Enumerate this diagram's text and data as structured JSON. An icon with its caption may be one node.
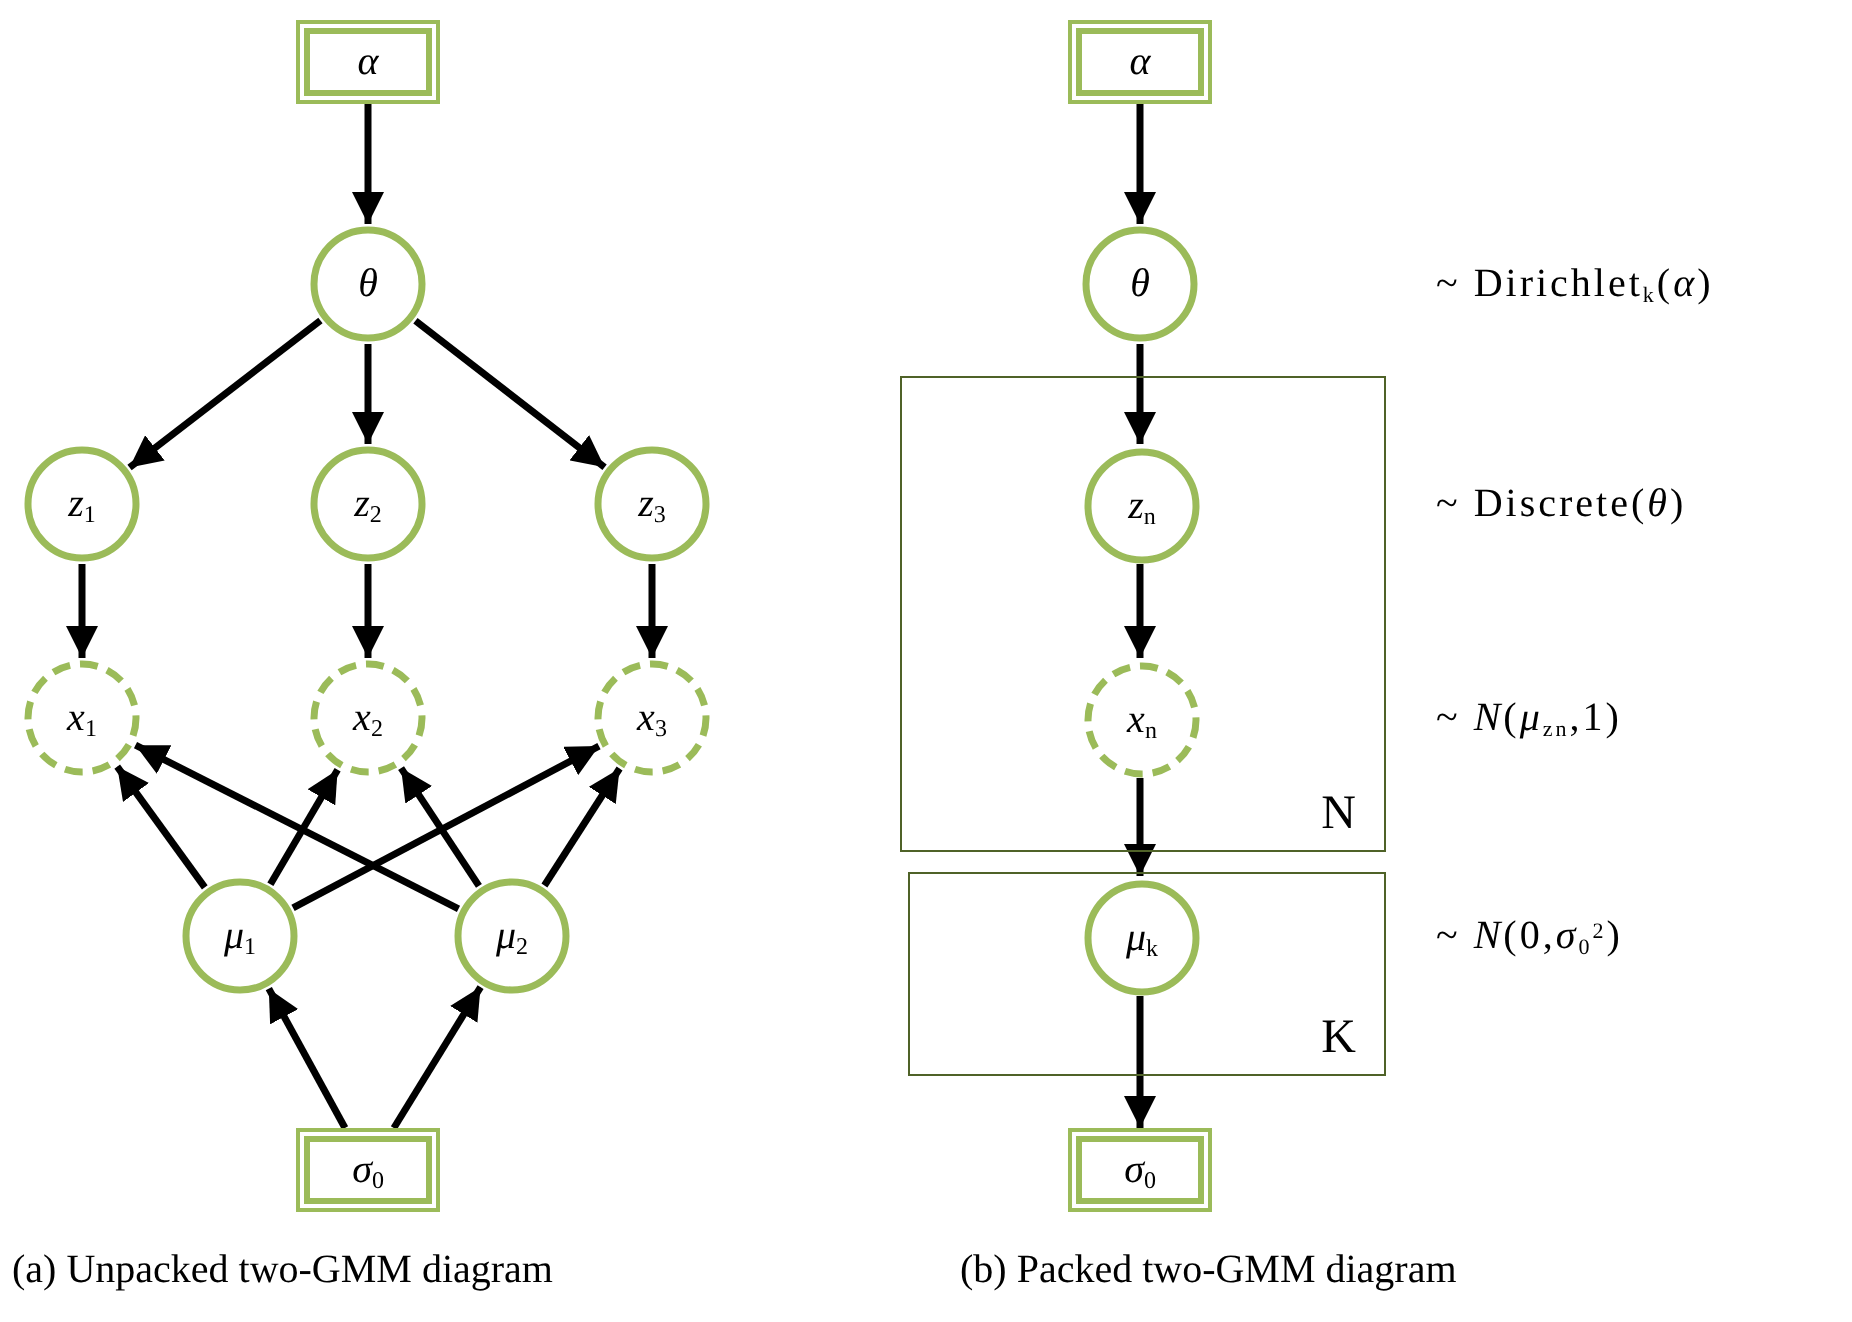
{
  "diagram": {
    "nodes": [
      {
        "text": [
          "α"
        ]
      },
      {
        "text": [
          "θ"
        ]
      },
      {
        "text": [
          "z$_{1}$"
        ]
      },
      {
        "text": [
          "z$_{2}$"
        ]
      },
      {
        "text": [
          "z$_{3}$"
        ]
      },
      {
        "text": [
          "x$_{1}$"
        ]
      },
      {
        "text": [
          "x$_{2}$"
        ]
      },
      {
        "text": [
          "x$_{3}$"
        ]
      },
      {
        "text": [
          "μ$_{1}$"
        ]
      },
      {
        "text": [
          "μ$_{2}$"
        ]
      },
      {
        "text": [
          "σ$_{0}$"
        ]
      },
      {
        "text": [
          "α"
        ]
      },
      {
        "text": [
          "θ"
        ]
      },
      {
        "text": [
          "N"
        ]
      },
      {
        "text": [
          "z$_{n}$"
        ],
        "in": 13
      },
      {
        "text": [
          "x$_{n}$"
        ],
        "in": 13
      },
      {
        "text": [
          "K"
        ]
      },
      {
        "text": [
          "μ$_{k}$"
        ],
        "in": 16
      },
      {
        "text": [
          "σ$_{0}$"
        ]
      }
    ],
    "edges": [
      {
        "from": 0,
        "to": 1,
        "arrow": "to"
      },
      {
        "from": 1,
        "to": 2,
        "arrow": "to"
      },
      {
        "from": 1,
        "to": 3,
        "arrow": "to"
      },
      {
        "from": 1,
        "to": 4,
        "arrow": "to"
      },
      {
        "from": 2,
        "to": 5,
        "arrow": "to"
      },
      {
        "from": 3,
        "to": 6,
        "arrow": "to"
      },
      {
        "from": 4,
        "to": 7,
        "arrow": "to"
      },
      {
        "from": 8,
        "to": 5,
        "arrow": "to"
      },
      {
        "from": 8,
        "to": 6,
        "arrow": "to"
      },
      {
        "from": 8,
        "to": 7,
        "arrow": "to"
      },
      {
        "from": 9,
        "to": 5,
        "arrow": "to"
      },
      {
        "from": 9,
        "to": 6,
        "arrow": "to"
      },
      {
        "from": 9,
        "to": 7,
        "arrow": "to"
      },
      {
        "from": 10,
        "to": 8,
        "arrow": "to"
      },
      {
        "from": 10,
        "to": 9,
        "arrow": "to"
      },
      {
        "from": 11,
        "to": 12,
        "arrow": "to"
      },
      {
        "from": 12,
        "to": 14,
        "arrow": "to"
      },
      {
        "from": 14,
        "to": 15,
        "arrow": "to"
      },
      {
        "from": 15,
        "to": 17,
        "arrow": "to"
      },
      {
        "from": 17,
        "to": 18,
        "arrow": "to"
      }
    ],
    "labels": [
      "~ Dirichlet$_{k}$(*α*)",
      "~ Discrete(*θ*)",
      "~ *N*(*μ*$_{z}$$_{n}$,1)",
      "~ *N*(0,*σ*$_{0}$$^{2}$)",
      "(a) Unpacked two-GMM diagram",
      "(b) Packed two-GMM diagram"
    ]
  }
}
